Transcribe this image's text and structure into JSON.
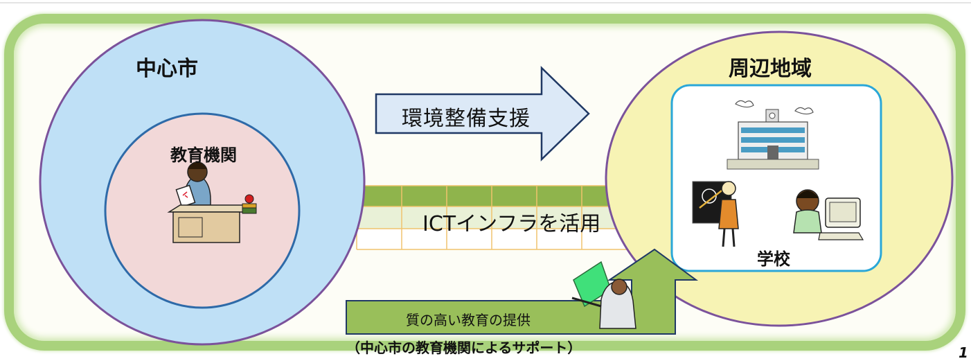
{
  "central_city": {
    "title": "中心市",
    "institution_label": "教育機関",
    "teacher_icon": "teacher-at-desk-icon"
  },
  "surrounding_area": {
    "title": "周辺地域",
    "school_label": "学校",
    "building_icon": "school-building-icon",
    "teacher_icon": "teacher-with-blackboard-icon",
    "student_icon": "student-at-computer-icon"
  },
  "support_arrow": {
    "label": "環境整備支援"
  },
  "infrastructure": {
    "label": "ICTインフラを活用"
  },
  "quality_arrow": {
    "label": "質の高い教育の提供",
    "presenter_icon": "presenter-pointing-icon"
  },
  "support_note": "（中心市の教育機関によるサポート）",
  "page_number": "1",
  "colors": {
    "frame_green": "#a9d27c",
    "outer_circle_fill": "#bfe0f6",
    "circle_border": "#7b529b",
    "inner_circle_fill": "#f2d8d8",
    "inner_circle_border": "#2e6aa8",
    "right_circle_fill": "#f7f3b4",
    "school_box_border": "#2aa7d8",
    "arrow_fill": "#dce9f7",
    "arrow_border": "#1f3864",
    "infra_green": "#8fb44c",
    "infra_light": "#e9f1d7",
    "infra_grid": "#f0c36d",
    "quality_arrow_fill": "#99bf5a"
  }
}
